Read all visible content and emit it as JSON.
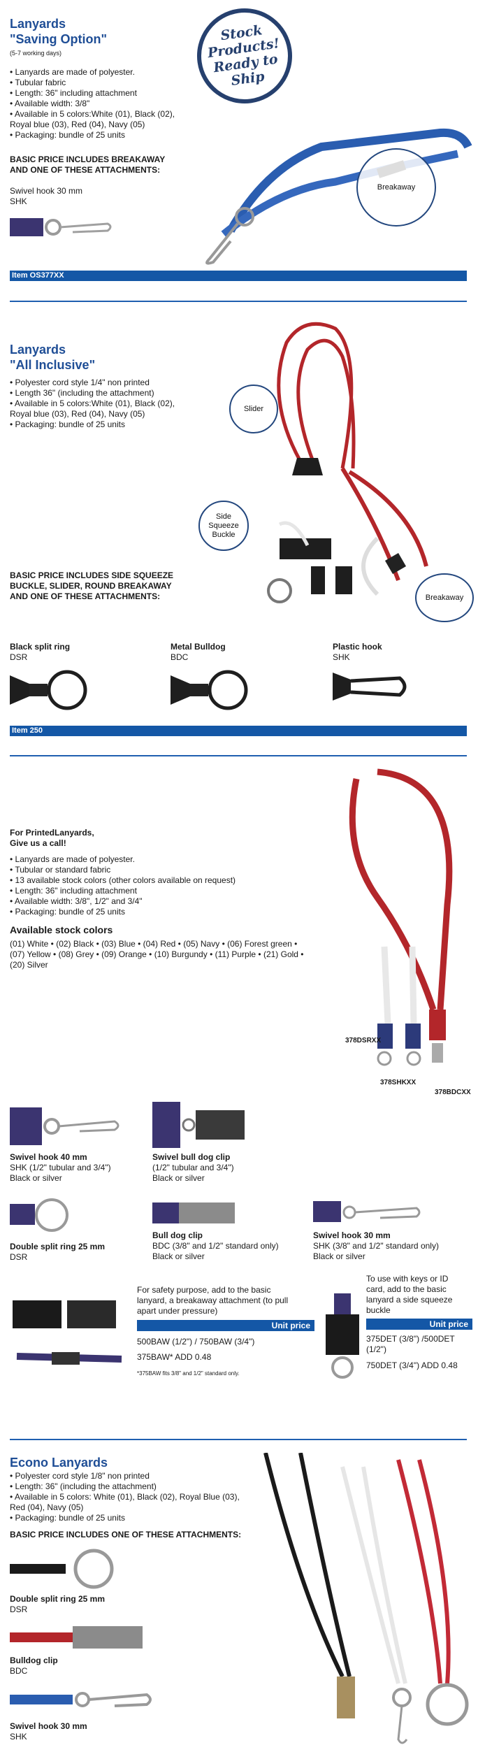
{
  "section1": {
    "title1": "Lanyards",
    "title2": "\"Saving Option\"",
    "subtitle": "(5-7 working days)",
    "bullets": [
      "• Lanyards are made of polyester.",
      "• Tubular fabric",
      "• Length: 36\" including attachment",
      "• Available width: 3/8\"",
      "• Available in 5 colors:White (01), Black (02),",
      "Royal blue (03), Red (04), Navy (05)",
      "• Packaging: bundle of 25 units"
    ],
    "basic_price_1": "BASIC PRICE INCLUDES BREAKAWAY",
    "basic_price_2": "AND ONE OF THESE ATTACHMENTS:",
    "attach_name": "Swivel hook 30 mm",
    "attach_code": "SHK",
    "stamp_lines": [
      "Stock",
      "Products!",
      "Ready to",
      "Ship"
    ],
    "callout": "Breakaway",
    "item_bar": "Item OS377XX"
  },
  "section2": {
    "title1": "Lanyards",
    "title2": "\"All Inclusive\"",
    "bullets": [
      "• Polyester cord style 1/4\" non printed",
      "• Length 36\" (including the attachment)",
      "• Available in 5 colors:White (01), Black (02),",
      "Royal blue (03), Red (04), Navy (05)",
      "• Packaging: bundle of 25 units"
    ],
    "callouts": {
      "slider": "Slider",
      "side1": "Side",
      "side2": "Squeeze",
      "side3": "Buckle",
      "breakaway": "Breakaway"
    },
    "basic_price_1": "BASIC PRICE INCLUDES SIDE SQUEEZE",
    "basic_price_2": "BUCKLE, SLIDER, ROUND BREAKAWAY",
    "basic_price_3": "AND ONE OF THESE ATTACHMENTS:",
    "attachments": [
      {
        "name": "Black split ring",
        "code": "DSR"
      },
      {
        "name": "Metal Bulldog",
        "code": "BDC"
      },
      {
        "name": "Plastic hook",
        "code": "SHK"
      }
    ],
    "item_bar": "Item 250"
  },
  "section3": {
    "intro1": "For PrintedLanyards,",
    "intro2": "Give us a call!",
    "bullets": [
      "• Lanyards are made of polyester.",
      "• Tubular or standard fabric",
      "• 13 available stock colors (other colors available on request)",
      "• Length: 36\" including attachment",
      "• Available width: 3/8\", 1/2\" and 3/4\"",
      "• Packaging: bundle of 25 units"
    ],
    "colors_title": "Available stock colors",
    "colors_lines": [
      "(01) White • (02) Black • (03) Blue • (04) Red • (05) Navy • (06) Forest green •",
      "(07) Yellow • (08) Grey • (09) Orange • (10) Burgundy • (11) Purple • (21) Gold •",
      "(20) Silver"
    ],
    "codes": {
      "a": "378DSRXX",
      "b": "378SHKXX",
      "c": "378BDCXX"
    },
    "att1": {
      "name": "Swivel hook 40 mm",
      "l1": "SHK (1/2\" tubular and 3/4\")",
      "l2": "Black or silver"
    },
    "att2": {
      "name": "Swivel bull dog clip",
      "l1": "(1/2\" tubular and 3/4\")",
      "l2": "Black or silver"
    },
    "att3": {
      "name": "Double split ring 25 mm",
      "l1": "DSR"
    },
    "att4": {
      "name": "Bull dog clip",
      "l1": "BDC (3/8\" and 1/2\" standard only)",
      "l2": "Black or silver"
    },
    "att5": {
      "name": "Swivel hook 30 mm",
      "l1": "SHK (3/8\" and 1/2\" standard only)",
      "l2": "Black or silver"
    },
    "safety1": "For safety purpose, add to the basic",
    "safety2": "lanyard, a breakaway attachment (to pull",
    "safety3": "apart under pressure)",
    "unit_price": "Unit price",
    "price_a1": "500BAW (1/2\") / 750BAW (3/4\")",
    "price_a2": "375BAW* ADD 0.48",
    "footnote": "*375BAW fits 3/8\" and 1/2\" standard only.",
    "keys1": "To use with keys or ID",
    "keys2": "card, add to the basic",
    "keys3": "lanyard a side squeeze",
    "keys4": "buckle",
    "price_b1": "375DET (3/8\") /500DET",
    "price_b2": "(1/2\")",
    "price_b3": "750DET (3/4\") ADD 0.48"
  },
  "section4": {
    "title": "Econo Lanyards",
    "bullets": [
      "• Polyester cord style 1/8\" non printed",
      "• Length: 36\" (including the attachment)",
      "• Available in 5 colors: White (01), Black (02), Royal Blue (03),",
      "Red (04), Navy (05)",
      "• Packaging: bundle of 25 units"
    ],
    "basic_price": "BASIC PRICE INCLUDES ONE OF THESE ATTACHMENTS:",
    "attachments": [
      {
        "name": "Double split ring 25 mm",
        "code": "DSR"
      },
      {
        "name": "Bulldog clip",
        "code": "BDC"
      },
      {
        "name": "Swivel hook 30 mm",
        "code": "SHK"
      }
    ]
  },
  "colors": {
    "accent": "#1457a6",
    "heading": "#1f4e96",
    "navy": "#2c3a7a",
    "royal": "#2a5db0",
    "red": "#b3262a",
    "purple": "#3b3470"
  }
}
